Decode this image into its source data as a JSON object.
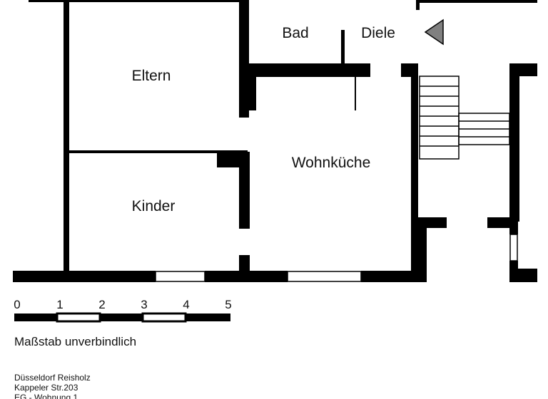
{
  "rooms": {
    "bad": "Bad",
    "diele": "Diele",
    "eltern": "Eltern",
    "wohnkueche": "Wohnküche",
    "kinder": "Kinder"
  },
  "scale": {
    "ticks": [
      "0",
      "1",
      "2",
      "3",
      "4",
      "5"
    ],
    "note": "Maßstab unverbindlich"
  },
  "address": {
    "line1": "Düsseldorf Reisholz",
    "line2": "Kappeler Str.203",
    "line3": "EG - Wohnung 1"
  },
  "colors": {
    "wall": "#000000",
    "entrance_arrow": "#808080",
    "background": "#ffffff"
  },
  "icons": {
    "entrance": "entrance-arrow-icon"
  }
}
